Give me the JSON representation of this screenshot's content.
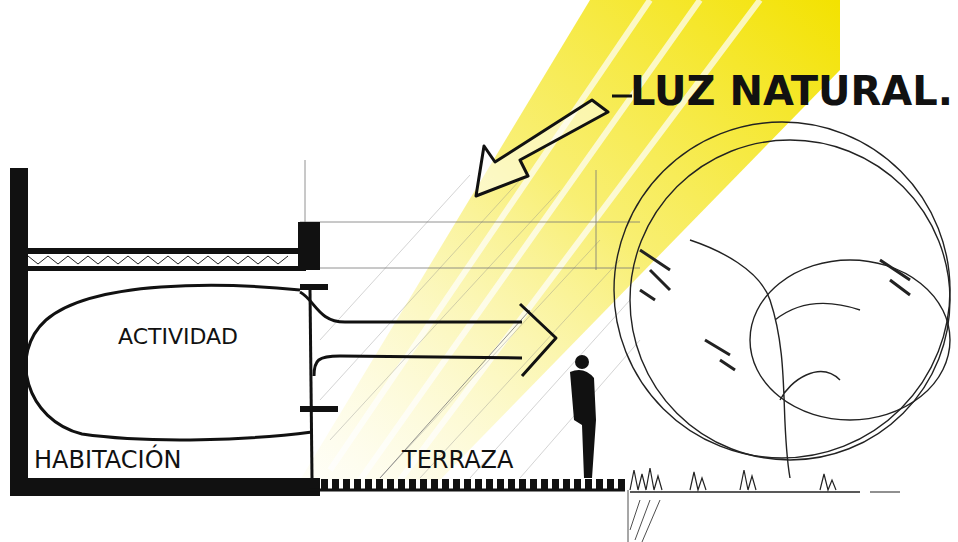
{
  "diagram": {
    "nodes": [
      {
        "text": [
          "ACTIVIDAD"
        ]
      }
    ],
    "labels": [
      "LUZ NATURAL.",
      "HABITACIÓN",
      "TERRAZA"
    ]
  }
}
